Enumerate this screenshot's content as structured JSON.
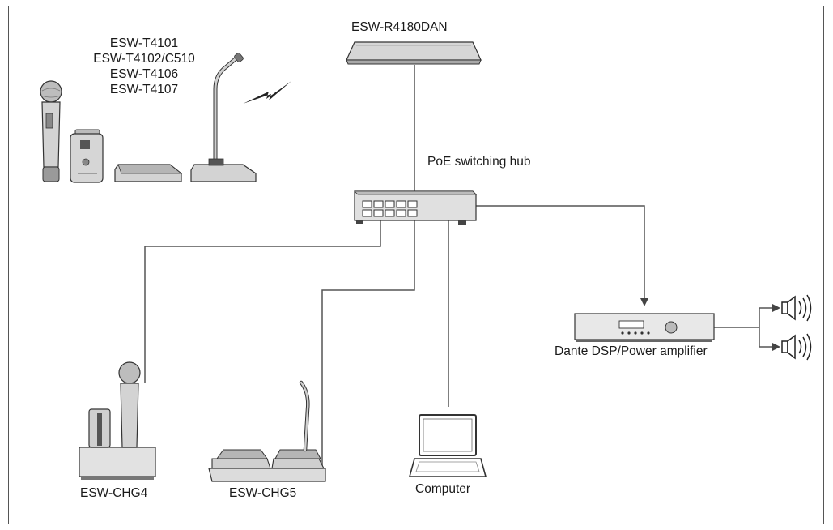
{
  "labels": {
    "receiver": "ESW-R4180DAN",
    "transmitters": [
      "ESW-T4101",
      "ESW-T4102/C510",
      "ESW-T4106",
      "ESW-T4107"
    ],
    "hub": "PoE switching hub",
    "amplifier": "Dante DSP/Power amplifier",
    "charger4": "ESW-CHG4",
    "charger5": "ESW-CHG5",
    "computer": "Computer"
  },
  "colors": {
    "line": "#555555",
    "device_fill": "#d9d9d9",
    "device_dark": "#8a8a8a",
    "frame": "#555555"
  }
}
